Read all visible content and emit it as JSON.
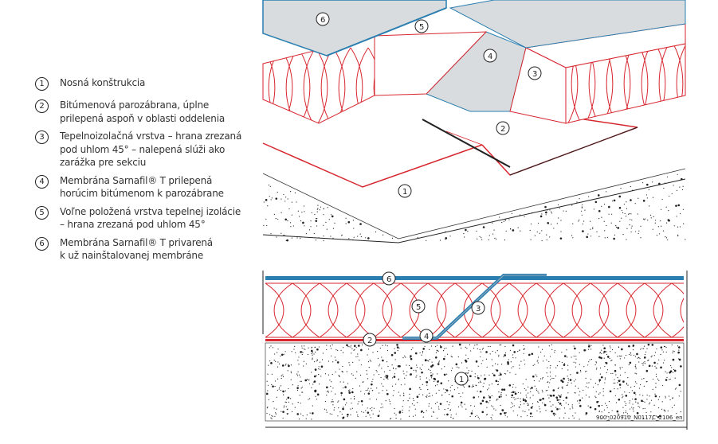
{
  "legend": [
    {
      "num": "1",
      "text": "Nosná konštrukcia"
    },
    {
      "num": "2",
      "text": "Bitúmenová parozábrana, úplne\nprilepená aspoň v oblasti oddelenia"
    },
    {
      "num": "3",
      "text": "Tepelnoizolačná vrstva – hrana zrezaná\npod uhlom 45° – nalepená slúži ako\nzarážka pre sekciu"
    },
    {
      "num": "4",
      "text": "Membrána Sarnafil® T prilepená\nhorúcim bitúmenom k parozábrane"
    },
    {
      "num": "5",
      "text": "Voľne položená vrstva tepelnej izolácie\n– hrana zrezaná pod uhlom 45°"
    },
    {
      "num": "6",
      "text": "Membrána Sarnafil® T privarená\nk už nainštalovanej membráne"
    }
  ],
  "drawing_code": "900_020910_N0117C_2106_en",
  "colors": {
    "insulation": "#d7262e",
    "membrane": "#2a7fb0",
    "membrane_fill": "#d9dcde"
  }
}
